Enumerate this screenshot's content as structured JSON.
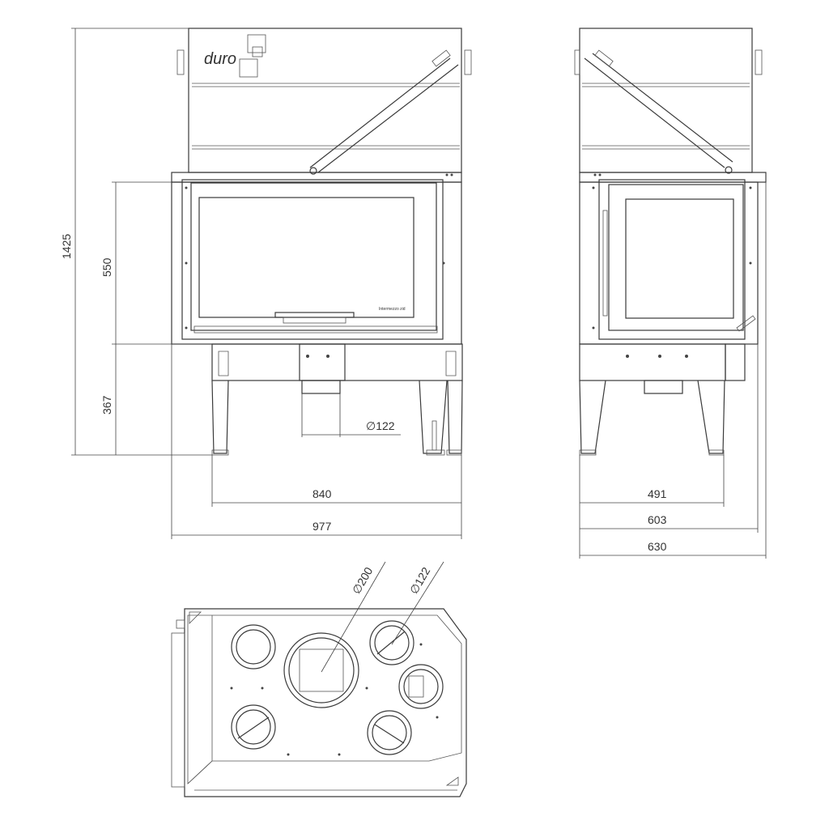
{
  "brand": {
    "logo_text": "duro",
    "badge_text": "Intermezzo zid"
  },
  "dimensions": {
    "height_total": "1425",
    "height_chamber": "550",
    "height_stand": "367",
    "flue_front": "∅122",
    "width_840": "840",
    "width_977": "977",
    "depth_491": "491",
    "depth_603": "603",
    "depth_630": "630",
    "flue_large": "∅200",
    "flue_small": "∅122"
  },
  "colors": {
    "line": "#3a3a3a",
    "dim": "#444444",
    "background": "#ffffff"
  }
}
